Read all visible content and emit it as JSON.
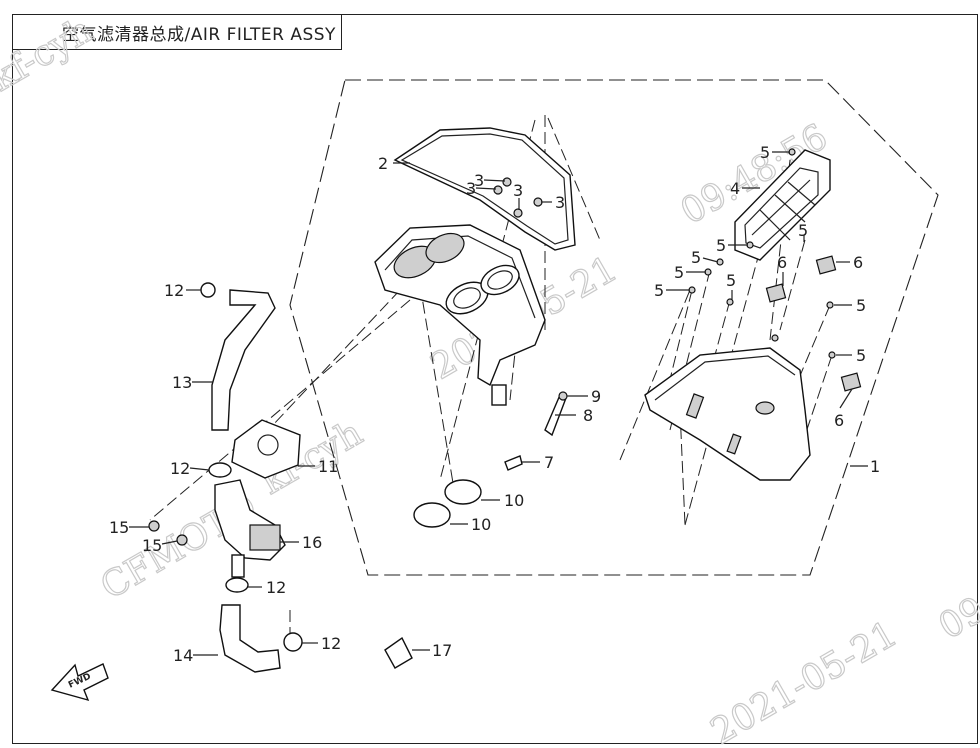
{
  "title": "空气滤清器总成/AIR FILTER ASSY",
  "fwd_label": "FWD",
  "watermarks": [
    "kf-cyh",
    "09:48:56",
    "2021-05-21",
    "kf-cyh",
    "CFMOTO",
    "2021-05-21",
    "09"
  ],
  "callouts": [
    "1",
    "2",
    "3",
    "3",
    "3",
    "3",
    "4",
    "5",
    "5",
    "5",
    "5",
    "5",
    "5",
    "5",
    "5",
    "5",
    "6",
    "6",
    "6",
    "7",
    "8",
    "9",
    "10",
    "10",
    "11",
    "12",
    "12",
    "12",
    "12",
    "13",
    "14",
    "15",
    "15",
    "16",
    "17"
  ]
}
